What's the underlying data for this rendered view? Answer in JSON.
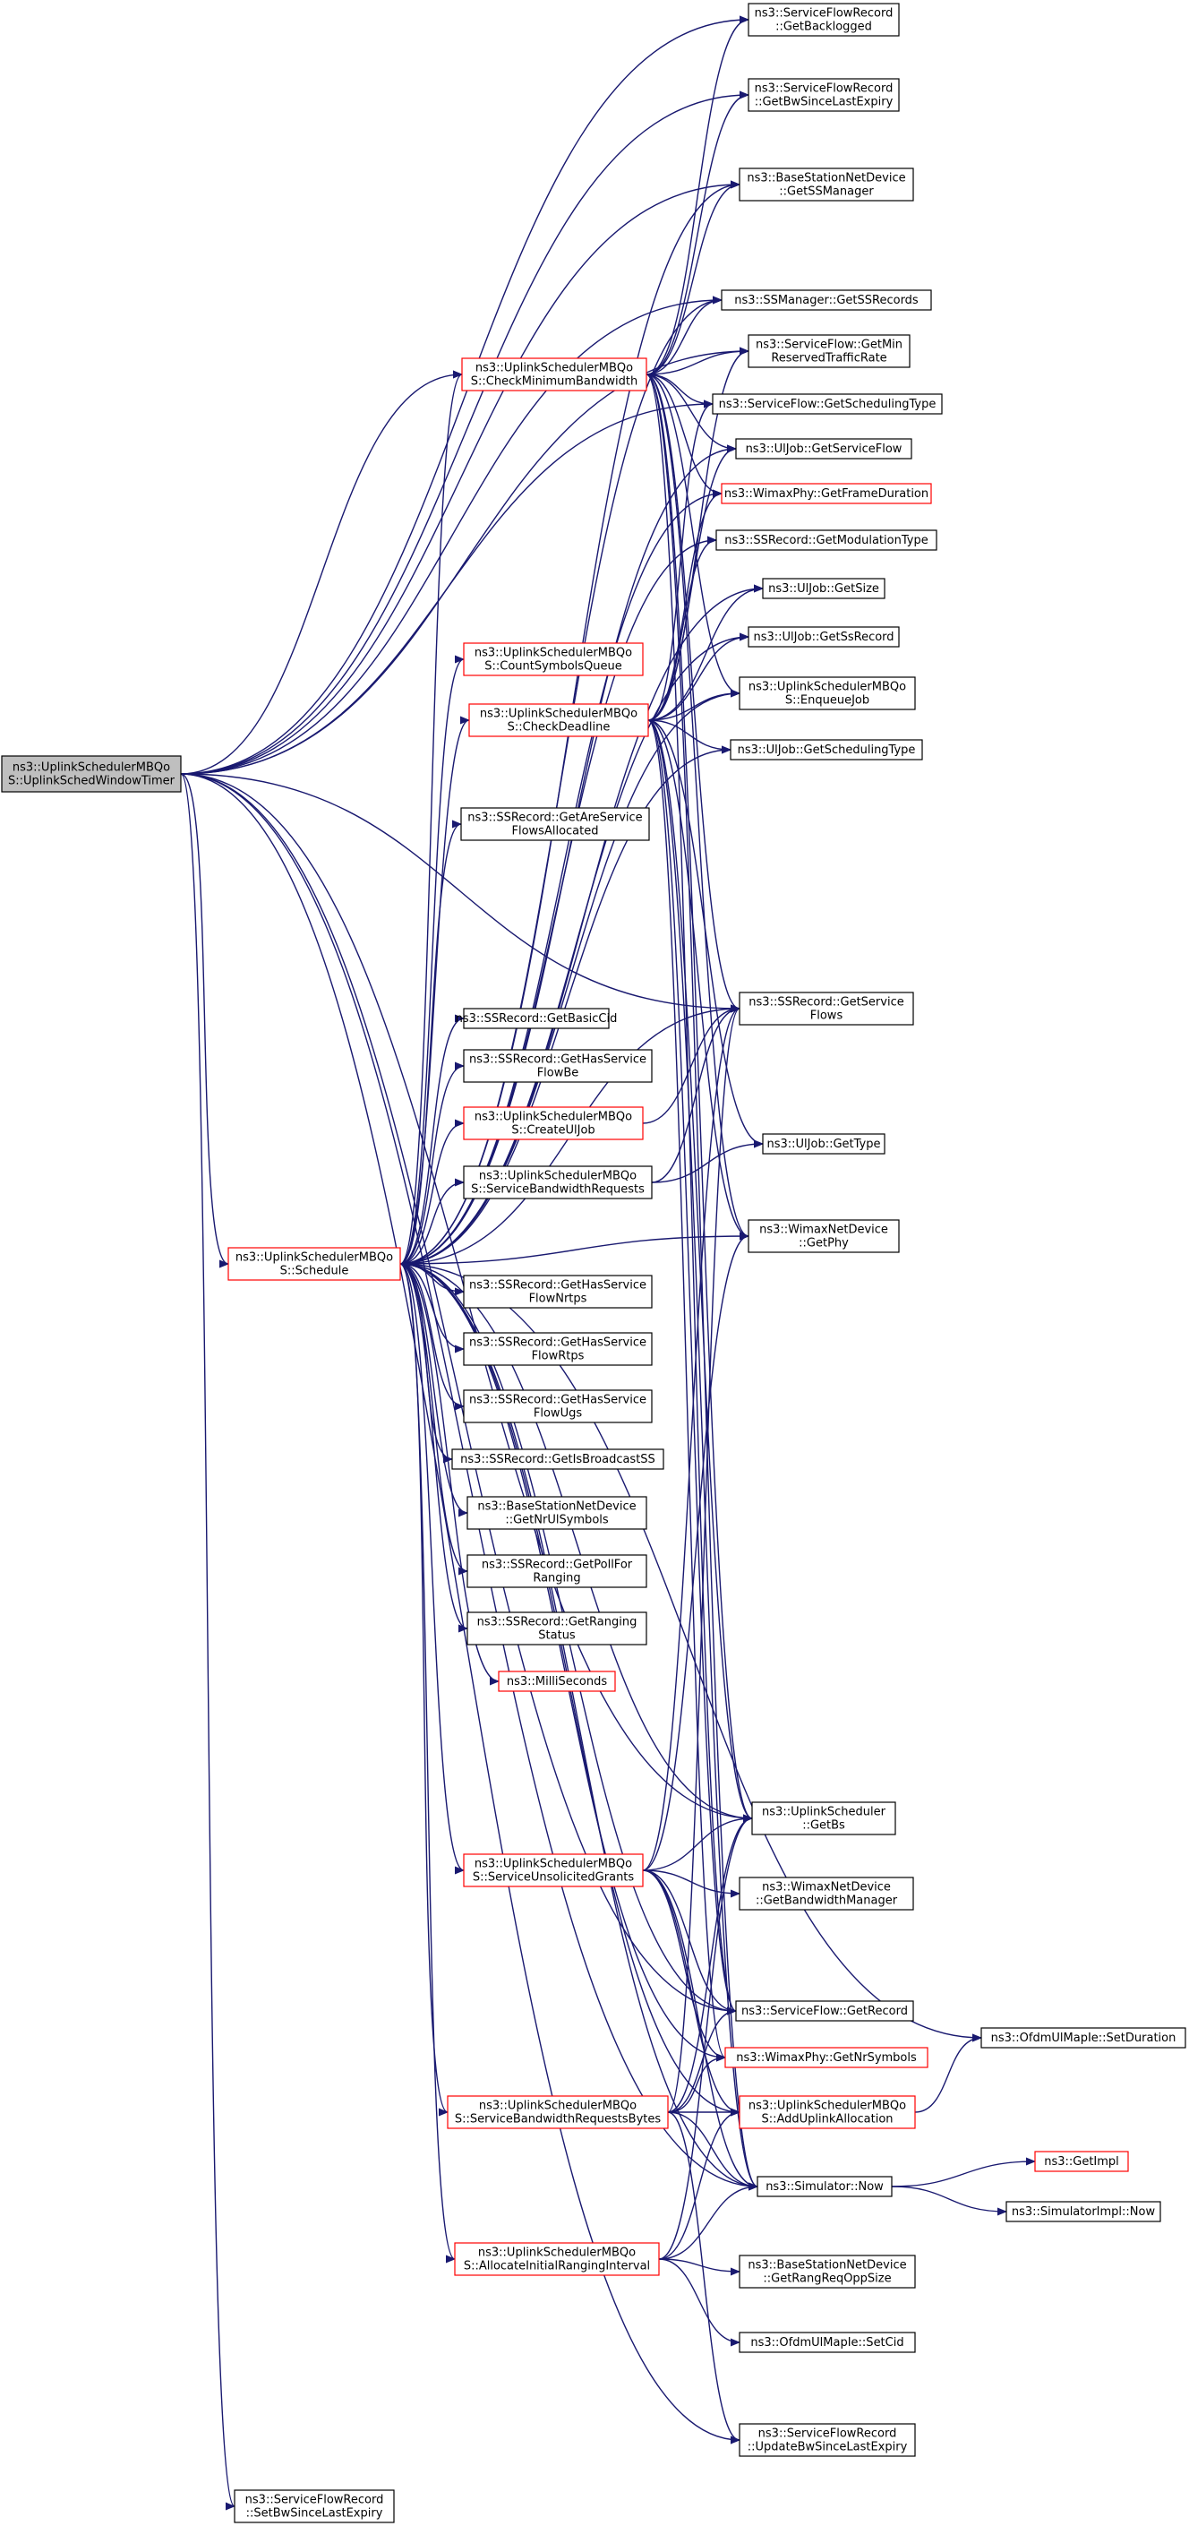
{
  "graph": {
    "edge_color": "#191970",
    "node_border": "#000000",
    "link_node_border": "#ff0000",
    "root_fill": "#bfbfbf",
    "nodes": [
      {
        "id": "root",
        "lines": [
          "ns3::UplinkSchedulerMBQo",
          "S::UplinkSchedWindowTimer"
        ],
        "style": "root"
      },
      {
        "id": "schedule",
        "lines": [
          "ns3::UplinkSchedulerMBQo",
          "S::Schedule"
        ],
        "style": "red"
      },
      {
        "id": "setbw",
        "lines": [
          "ns3::ServiceFlowRecord",
          "::SetBwSinceLastExpiry"
        ],
        "style": "normal"
      },
      {
        "id": "checkmin",
        "lines": [
          "ns3::UplinkSchedulerMBQo",
          "S::CheckMinimumBandwidth"
        ],
        "style": "red"
      },
      {
        "id": "countsym",
        "lines": [
          "ns3::UplinkSchedulerMBQo",
          "S::CountSymbolsQueue"
        ],
        "style": "red"
      },
      {
        "id": "checkdead",
        "lines": [
          "ns3::UplinkSchedulerMBQo",
          "S::CheckDeadline"
        ],
        "style": "red"
      },
      {
        "id": "areflows",
        "lines": [
          "ns3::SSRecord::GetAreService",
          "FlowsAllocated"
        ],
        "style": "normal"
      },
      {
        "id": "basiccid",
        "lines": [
          "ns3::SSRecord::GetBasicCid"
        ],
        "style": "normal"
      },
      {
        "id": "hasbe",
        "lines": [
          "ns3::SSRecord::GetHasService",
          "FlowBe"
        ],
        "style": "normal"
      },
      {
        "id": "createjob",
        "lines": [
          "ns3::UplinkSchedulerMBQo",
          "S::CreateUlJob"
        ],
        "style": "red"
      },
      {
        "id": "svcbwreq",
        "lines": [
          "ns3::UplinkSchedulerMBQo",
          "S::ServiceBandwidthRequests"
        ],
        "style": "normal"
      },
      {
        "id": "hasnrtps",
        "lines": [
          "ns3::SSRecord::GetHasService",
          "FlowNrtps"
        ],
        "style": "normal"
      },
      {
        "id": "hasrtps",
        "lines": [
          "ns3::SSRecord::GetHasService",
          "FlowRtps"
        ],
        "style": "normal"
      },
      {
        "id": "hasugs",
        "lines": [
          "ns3::SSRecord::GetHasService",
          "FlowUgs"
        ],
        "style": "normal"
      },
      {
        "id": "isbcast",
        "lines": [
          "ns3::SSRecord::GetIsBroadcastSS"
        ],
        "style": "normal"
      },
      {
        "id": "nrul",
        "lines": [
          "ns3::BaseStationNetDevice",
          "::GetNrUlSymbols"
        ],
        "style": "normal"
      },
      {
        "id": "pollfor",
        "lines": [
          "ns3::SSRecord::GetPollFor",
          "Ranging"
        ],
        "style": "normal"
      },
      {
        "id": "rangstat",
        "lines": [
          "ns3::SSRecord::GetRanging",
          "Status"
        ],
        "style": "normal"
      },
      {
        "id": "millis",
        "lines": [
          "ns3::MilliSeconds"
        ],
        "style": "red"
      },
      {
        "id": "unsol",
        "lines": [
          "ns3::UplinkSchedulerMBQo",
          "S::ServiceUnsolicitedGrants"
        ],
        "style": "red"
      },
      {
        "id": "bwbytes",
        "lines": [
          "ns3::UplinkSchedulerMBQo",
          "S::ServiceBandwidthRequestsBytes"
        ],
        "style": "red"
      },
      {
        "id": "allocrang",
        "lines": [
          "ns3::UplinkSchedulerMBQo",
          "S::AllocateInitialRangingInterval"
        ],
        "style": "red"
      },
      {
        "id": "backlog",
        "lines": [
          "ns3::ServiceFlowRecord",
          "::GetBacklogged"
        ],
        "style": "normal"
      },
      {
        "id": "getbw",
        "lines": [
          "ns3::ServiceFlowRecord",
          "::GetBwSinceLastExpiry"
        ],
        "style": "normal"
      },
      {
        "id": "ssmgr",
        "lines": [
          "ns3::BaseStationNetDevice",
          "::GetSSManager"
        ],
        "style": "normal"
      },
      {
        "id": "ssrecs",
        "lines": [
          "ns3::SSManager::GetSSRecords"
        ],
        "style": "normal"
      },
      {
        "id": "minrate",
        "lines": [
          "ns3::ServiceFlow::GetMin",
          "ReservedTrafficRate"
        ],
        "style": "normal"
      },
      {
        "id": "sftype",
        "lines": [
          "ns3::ServiceFlow::GetSchedulingType"
        ],
        "style": "normal"
      },
      {
        "id": "jobflow",
        "lines": [
          "ns3::UlJob::GetServiceFlow"
        ],
        "style": "normal"
      },
      {
        "id": "framedur",
        "lines": [
          "ns3::WimaxPhy::GetFrameDuration"
        ],
        "style": "red"
      },
      {
        "id": "modtype",
        "lines": [
          "ns3::SSRecord::GetModulationType"
        ],
        "style": "normal"
      },
      {
        "id": "jobsize",
        "lines": [
          "ns3::UlJob::GetSize"
        ],
        "style": "normal"
      },
      {
        "id": "jobss",
        "lines": [
          "ns3::UlJob::GetSsRecord"
        ],
        "style": "normal"
      },
      {
        "id": "enqueue",
        "lines": [
          "ns3::UplinkSchedulerMBQo",
          "S::EnqueueJob"
        ],
        "style": "normal"
      },
      {
        "id": "jobsched",
        "lines": [
          "ns3::UlJob::GetSchedulingType"
        ],
        "style": "normal"
      },
      {
        "id": "svcflows",
        "lines": [
          "ns3::SSRecord::GetService",
          "Flows"
        ],
        "style": "normal"
      },
      {
        "id": "jobtype",
        "lines": [
          "ns3::UlJob::GetType"
        ],
        "style": "normal"
      },
      {
        "id": "getphy",
        "lines": [
          "ns3::WimaxNetDevice",
          "::GetPhy"
        ],
        "style": "normal"
      },
      {
        "id": "getbs",
        "lines": [
          "ns3::UplinkScheduler",
          "::GetBs"
        ],
        "style": "normal"
      },
      {
        "id": "bwmgr",
        "lines": [
          "ns3::WimaxNetDevice",
          "::GetBandwidthManager"
        ],
        "style": "normal"
      },
      {
        "id": "getrec",
        "lines": [
          "ns3::ServiceFlow::GetRecord"
        ],
        "style": "normal"
      },
      {
        "id": "nrsym",
        "lines": [
          "ns3::WimaxPhy::GetNrSymbols"
        ],
        "style": "red"
      },
      {
        "id": "addalloc",
        "lines": [
          "ns3::UplinkSchedulerMBQo",
          "S::AddUplinkAllocation"
        ],
        "style": "red"
      },
      {
        "id": "now",
        "lines": [
          "ns3::Simulator::Now"
        ],
        "style": "normal"
      },
      {
        "id": "rangopp",
        "lines": [
          "ns3::BaseStationNetDevice",
          "::GetRangReqOppSize"
        ],
        "style": "normal"
      },
      {
        "id": "setcid",
        "lines": [
          "ns3::OfdmUlMapIe::SetCid"
        ],
        "style": "normal"
      },
      {
        "id": "updbw",
        "lines": [
          "ns3::ServiceFlowRecord",
          "::UpdateBwSinceLastExpiry"
        ],
        "style": "normal"
      },
      {
        "id": "setdur",
        "lines": [
          "ns3::OfdmUlMapIe::SetDuration"
        ],
        "style": "normal"
      },
      {
        "id": "getimpl",
        "lines": [
          "ns3::GetImpl"
        ],
        "style": "red"
      },
      {
        "id": "implnow",
        "lines": [
          "ns3::SimulatorImpl::Now"
        ],
        "style": "normal"
      }
    ]
  }
}
